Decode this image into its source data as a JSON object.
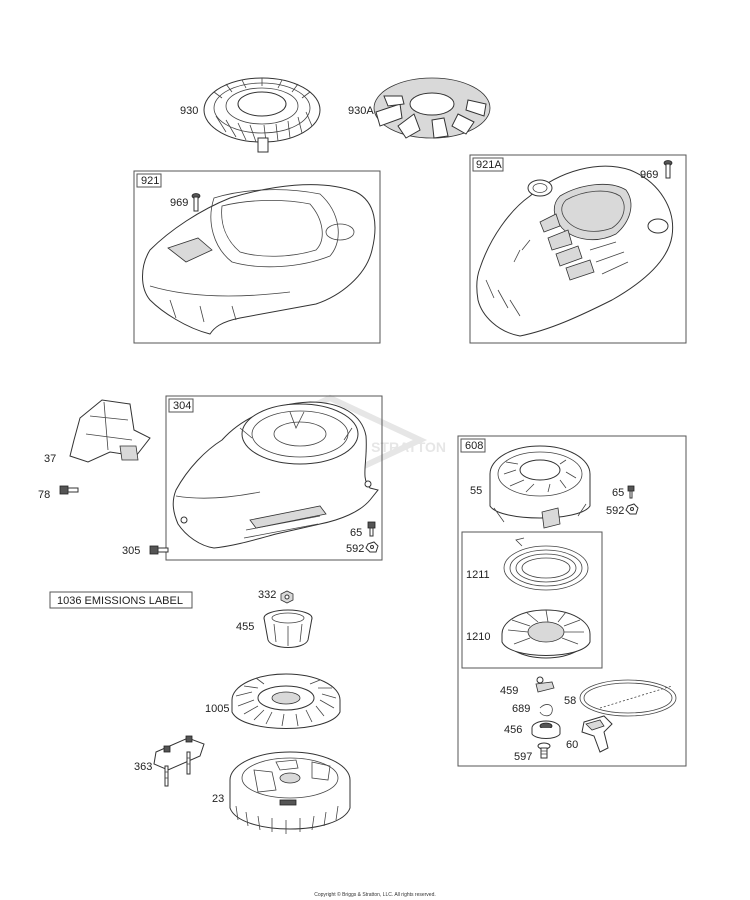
{
  "labels": {
    "p930": "930",
    "p930a": "930A",
    "p921": "921",
    "p969_left": "969",
    "p921a": "921A",
    "p969_right": "969",
    "p304": "304",
    "p37": "37",
    "p78": "78",
    "p65_left": "65",
    "p592_left": "592",
    "p305": "305",
    "p608": "608",
    "p55": "55",
    "p65_right": "65",
    "p592_right": "592",
    "p1211": "1211",
    "p1210": "1210",
    "p459": "459",
    "p58": "58",
    "p689": "689",
    "p456": "456",
    "p60": "60",
    "p597": "597",
    "p1036": "1036 EMISSIONS LABEL",
    "p332": "332",
    "p455": "455",
    "p1005": "1005",
    "p363": "363",
    "p23": "23"
  },
  "watermark": "BRIGGS & STRATTON",
  "footer": "Copyright © Briggs & Stratton, LLC. All rights reserved.",
  "colors": {
    "line": "#333333",
    "shade": "#d9d9d9",
    "watermark": "#e6e6e6"
  }
}
